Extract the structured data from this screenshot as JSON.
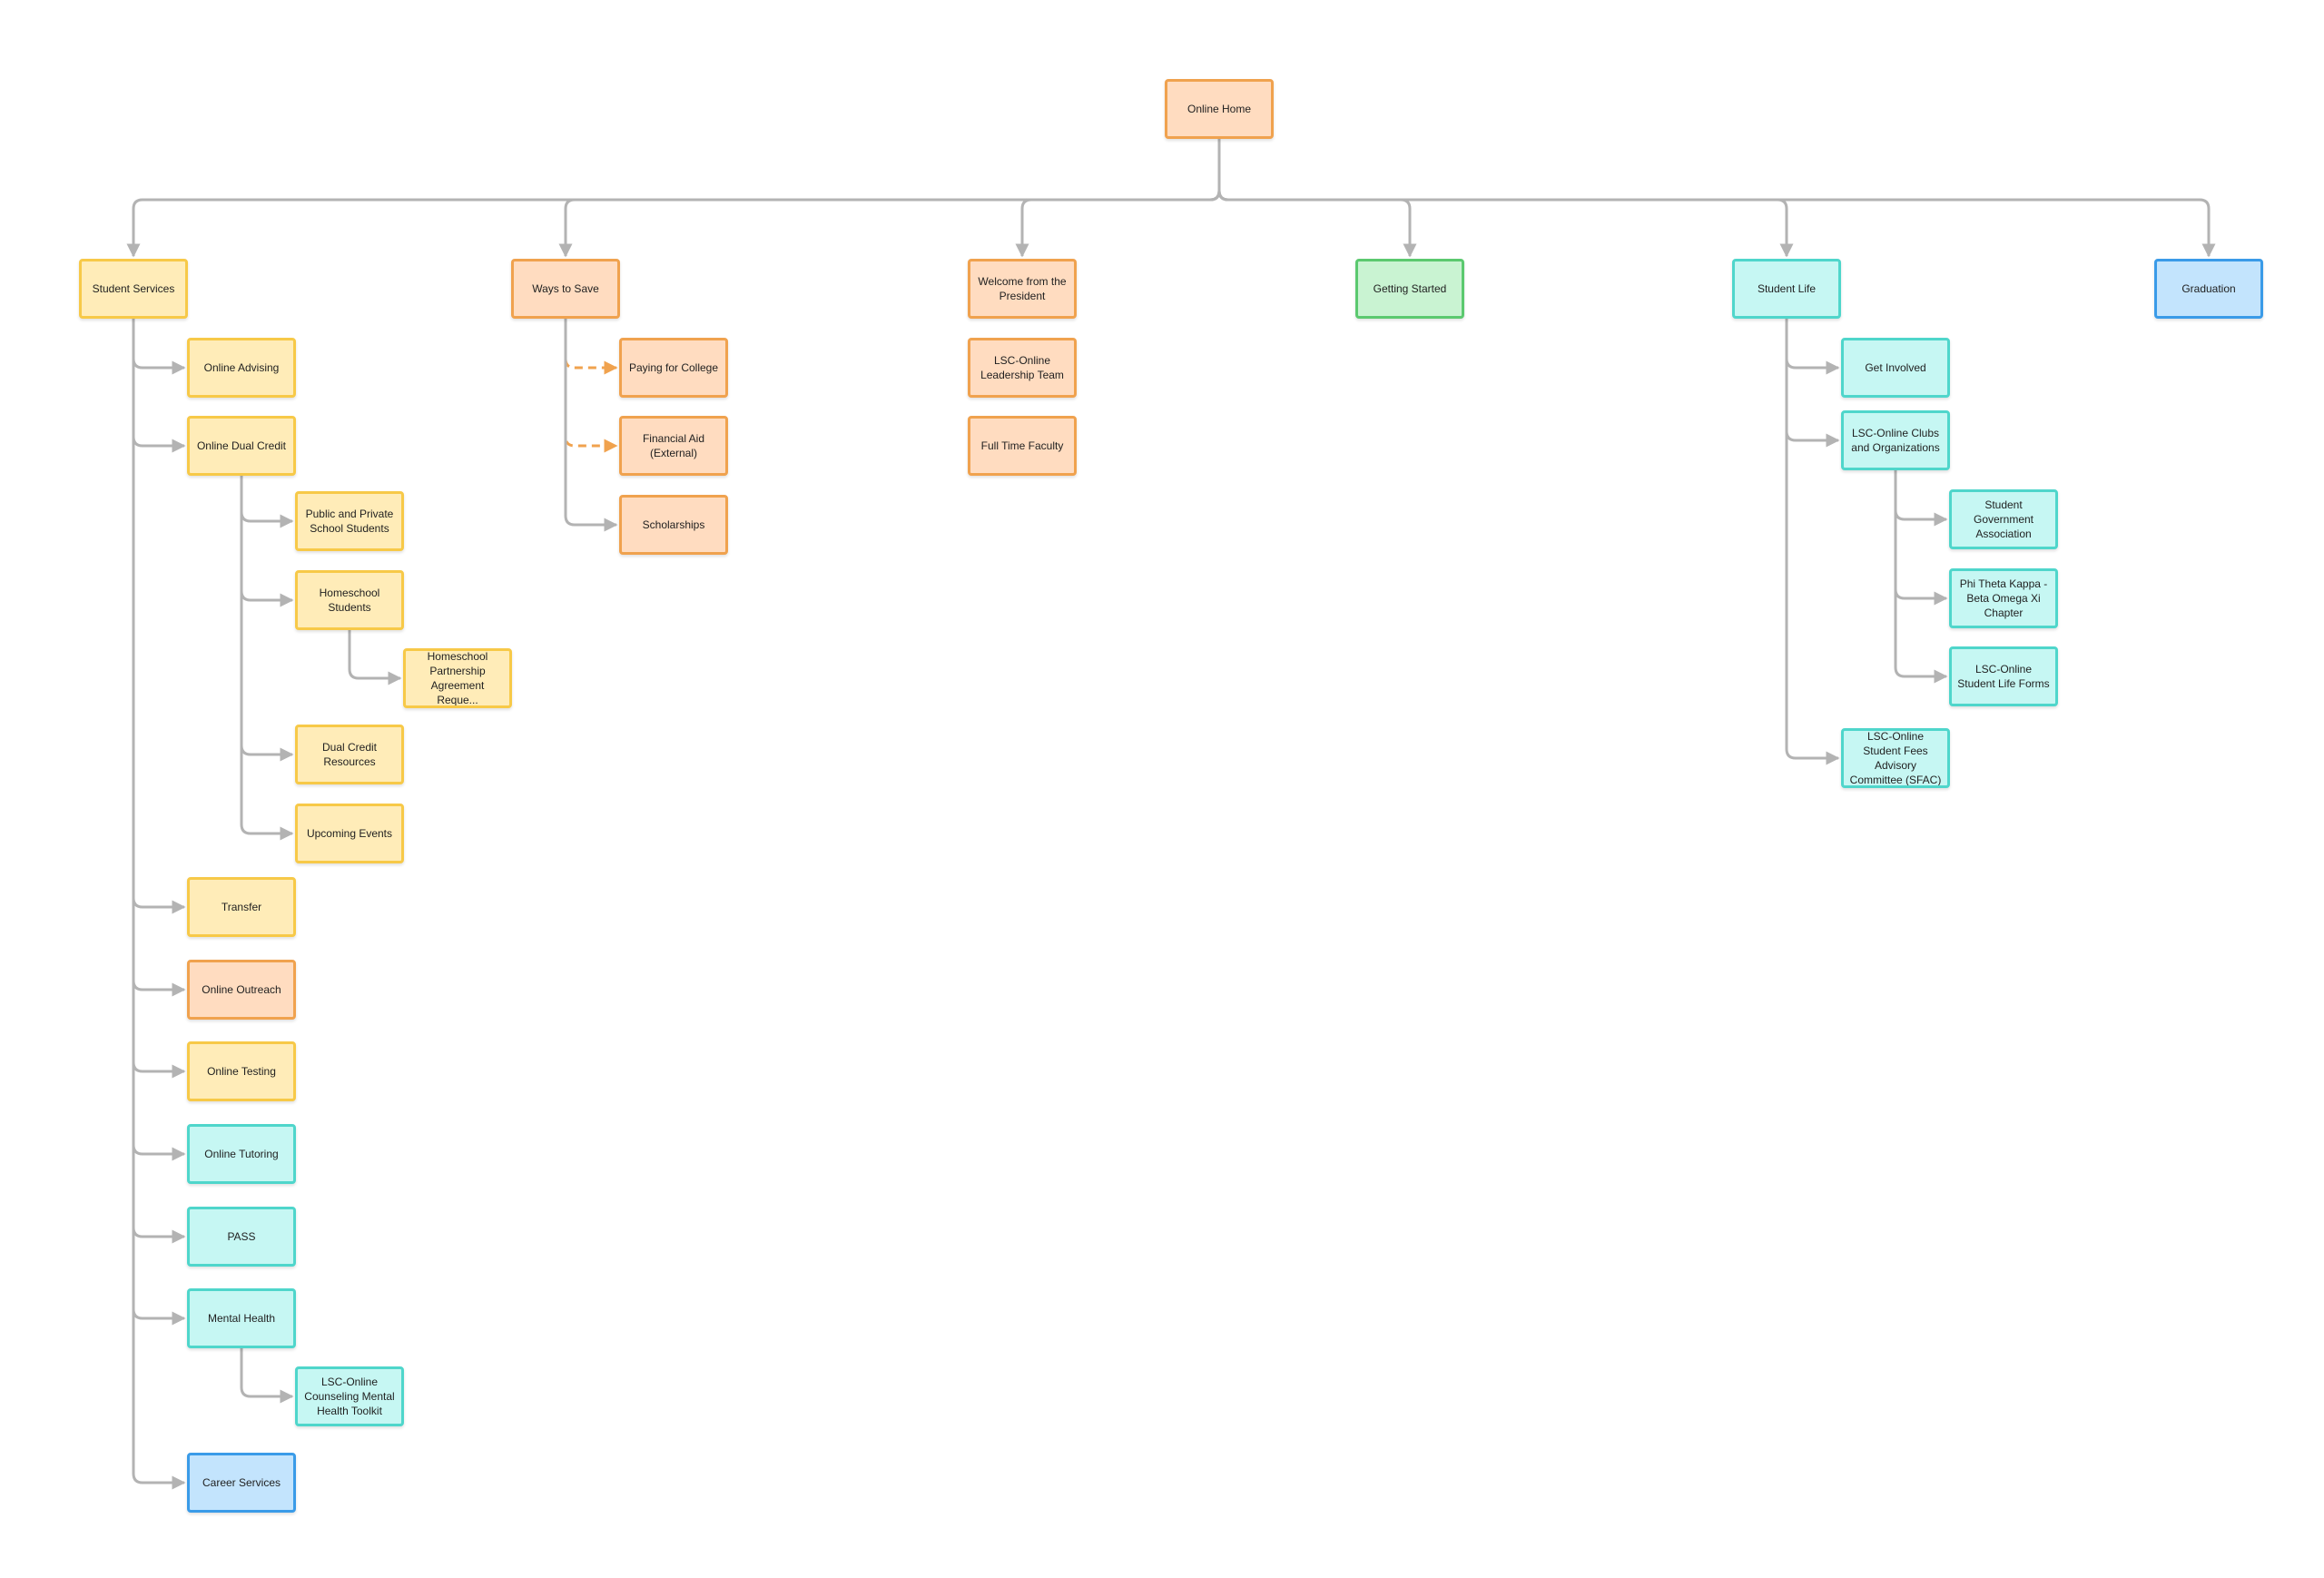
{
  "diagram": {
    "nodes": [
      {
        "id": "online-home",
        "label": "Online Home",
        "color": "orange"
      },
      {
        "id": "student-services",
        "label": "Student Services",
        "color": "yellow"
      },
      {
        "id": "ways-to-save",
        "label": "Ways to Save",
        "color": "orange"
      },
      {
        "id": "welcome-president",
        "label": "Welcome from the President",
        "color": "orange"
      },
      {
        "id": "getting-started",
        "label": "Getting Started",
        "color": "green"
      },
      {
        "id": "student-life",
        "label": "Student Life",
        "color": "teal"
      },
      {
        "id": "graduation",
        "label": "Graduation",
        "color": "blue"
      },
      {
        "id": "online-advising",
        "label": "Online Advising",
        "color": "yellow"
      },
      {
        "id": "online-dual-credit",
        "label": "Online Dual Credit",
        "color": "yellow"
      },
      {
        "id": "public-private",
        "label": "Public and Private School Students",
        "color": "yellow"
      },
      {
        "id": "homeschool-students",
        "label": "Homeschool Students",
        "color": "yellow"
      },
      {
        "id": "homeschool-partnership",
        "label": "Homeschool Partnership Agreement Reque...",
        "color": "yellow"
      },
      {
        "id": "dual-credit-resources",
        "label": "Dual Credit Resources",
        "color": "yellow"
      },
      {
        "id": "upcoming-events",
        "label": "Upcoming Events",
        "color": "yellow"
      },
      {
        "id": "transfer",
        "label": "Transfer",
        "color": "yellow"
      },
      {
        "id": "online-outreach",
        "label": "Online Outreach",
        "color": "orange"
      },
      {
        "id": "online-testing",
        "label": "Online Testing",
        "color": "yellow"
      },
      {
        "id": "online-tutoring",
        "label": "Online Tutoring",
        "color": "teal"
      },
      {
        "id": "pass",
        "label": "PASS",
        "color": "teal"
      },
      {
        "id": "mental-health",
        "label": "Mental Health",
        "color": "teal"
      },
      {
        "id": "counseling-toolkit",
        "label": "LSC-Online Counseling Mental Health Toolkit",
        "color": "teal"
      },
      {
        "id": "career-services",
        "label": "Career Services",
        "color": "blue"
      },
      {
        "id": "paying-for-college",
        "label": "Paying for College",
        "color": "orange"
      },
      {
        "id": "financial-aid",
        "label": "Financial Aid (External)",
        "color": "orange"
      },
      {
        "id": "scholarships",
        "label": "Scholarships",
        "color": "orange"
      },
      {
        "id": "leadership-team",
        "label": "LSC-Online Leadership Team",
        "color": "orange"
      },
      {
        "id": "full-time-faculty",
        "label": "Full Time Faculty",
        "color": "orange"
      },
      {
        "id": "get-involved",
        "label": "Get Involved",
        "color": "teal"
      },
      {
        "id": "clubs-orgs",
        "label": "LSC-Online Clubs and Organizations",
        "color": "teal"
      },
      {
        "id": "sga",
        "label": "Student Government Association",
        "color": "teal"
      },
      {
        "id": "phi-theta-kappa",
        "label": "Phi Theta Kappa - Beta Omega Xi Chapter",
        "color": "teal"
      },
      {
        "id": "student-life-forms",
        "label": "LSC-Online Student Life Forms",
        "color": "teal"
      },
      {
        "id": "sfac",
        "label": "LSC-Online Student Fees Advisory Committee (SFAC)",
        "color": "teal"
      }
    ],
    "edges": [
      {
        "from": "online-home",
        "to": "student-services",
        "style": "solid"
      },
      {
        "from": "online-home",
        "to": "ways-to-save",
        "style": "solid"
      },
      {
        "from": "online-home",
        "to": "welcome-president",
        "style": "solid"
      },
      {
        "from": "online-home",
        "to": "getting-started",
        "style": "solid"
      },
      {
        "from": "online-home",
        "to": "student-life",
        "style": "solid"
      },
      {
        "from": "online-home",
        "to": "graduation",
        "style": "solid"
      },
      {
        "from": "student-services",
        "to": "online-advising",
        "style": "solid"
      },
      {
        "from": "student-services",
        "to": "online-dual-credit",
        "style": "solid"
      },
      {
        "from": "student-services",
        "to": "transfer",
        "style": "solid"
      },
      {
        "from": "student-services",
        "to": "online-outreach",
        "style": "solid"
      },
      {
        "from": "student-services",
        "to": "online-testing",
        "style": "solid"
      },
      {
        "from": "student-services",
        "to": "online-tutoring",
        "style": "solid"
      },
      {
        "from": "student-services",
        "to": "pass",
        "style": "solid"
      },
      {
        "from": "student-services",
        "to": "mental-health",
        "style": "solid"
      },
      {
        "from": "student-services",
        "to": "career-services",
        "style": "solid"
      },
      {
        "from": "online-dual-credit",
        "to": "public-private",
        "style": "solid"
      },
      {
        "from": "online-dual-credit",
        "to": "homeschool-students",
        "style": "solid"
      },
      {
        "from": "online-dual-credit",
        "to": "dual-credit-resources",
        "style": "solid"
      },
      {
        "from": "online-dual-credit",
        "to": "upcoming-events",
        "style": "solid"
      },
      {
        "from": "homeschool-students",
        "to": "homeschool-partnership",
        "style": "solid"
      },
      {
        "from": "mental-health",
        "to": "counseling-toolkit",
        "style": "solid"
      },
      {
        "from": "ways-to-save",
        "to": "paying-for-college",
        "style": "dashed"
      },
      {
        "from": "ways-to-save",
        "to": "financial-aid",
        "style": "dashed"
      },
      {
        "from": "ways-to-save",
        "to": "scholarships",
        "style": "solid"
      },
      {
        "from": "student-life",
        "to": "get-involved",
        "style": "solid"
      },
      {
        "from": "student-life",
        "to": "clubs-orgs",
        "style": "solid"
      },
      {
        "from": "student-life",
        "to": "sfac",
        "style": "solid"
      },
      {
        "from": "clubs-orgs",
        "to": "sga",
        "style": "solid"
      },
      {
        "from": "clubs-orgs",
        "to": "phi-theta-kappa",
        "style": "solid"
      },
      {
        "from": "clubs-orgs",
        "to": "student-life-forms",
        "style": "solid"
      }
    ],
    "colors": {
      "edge": "#b3b3b3",
      "edge_dashed": "#f0a24e"
    }
  }
}
